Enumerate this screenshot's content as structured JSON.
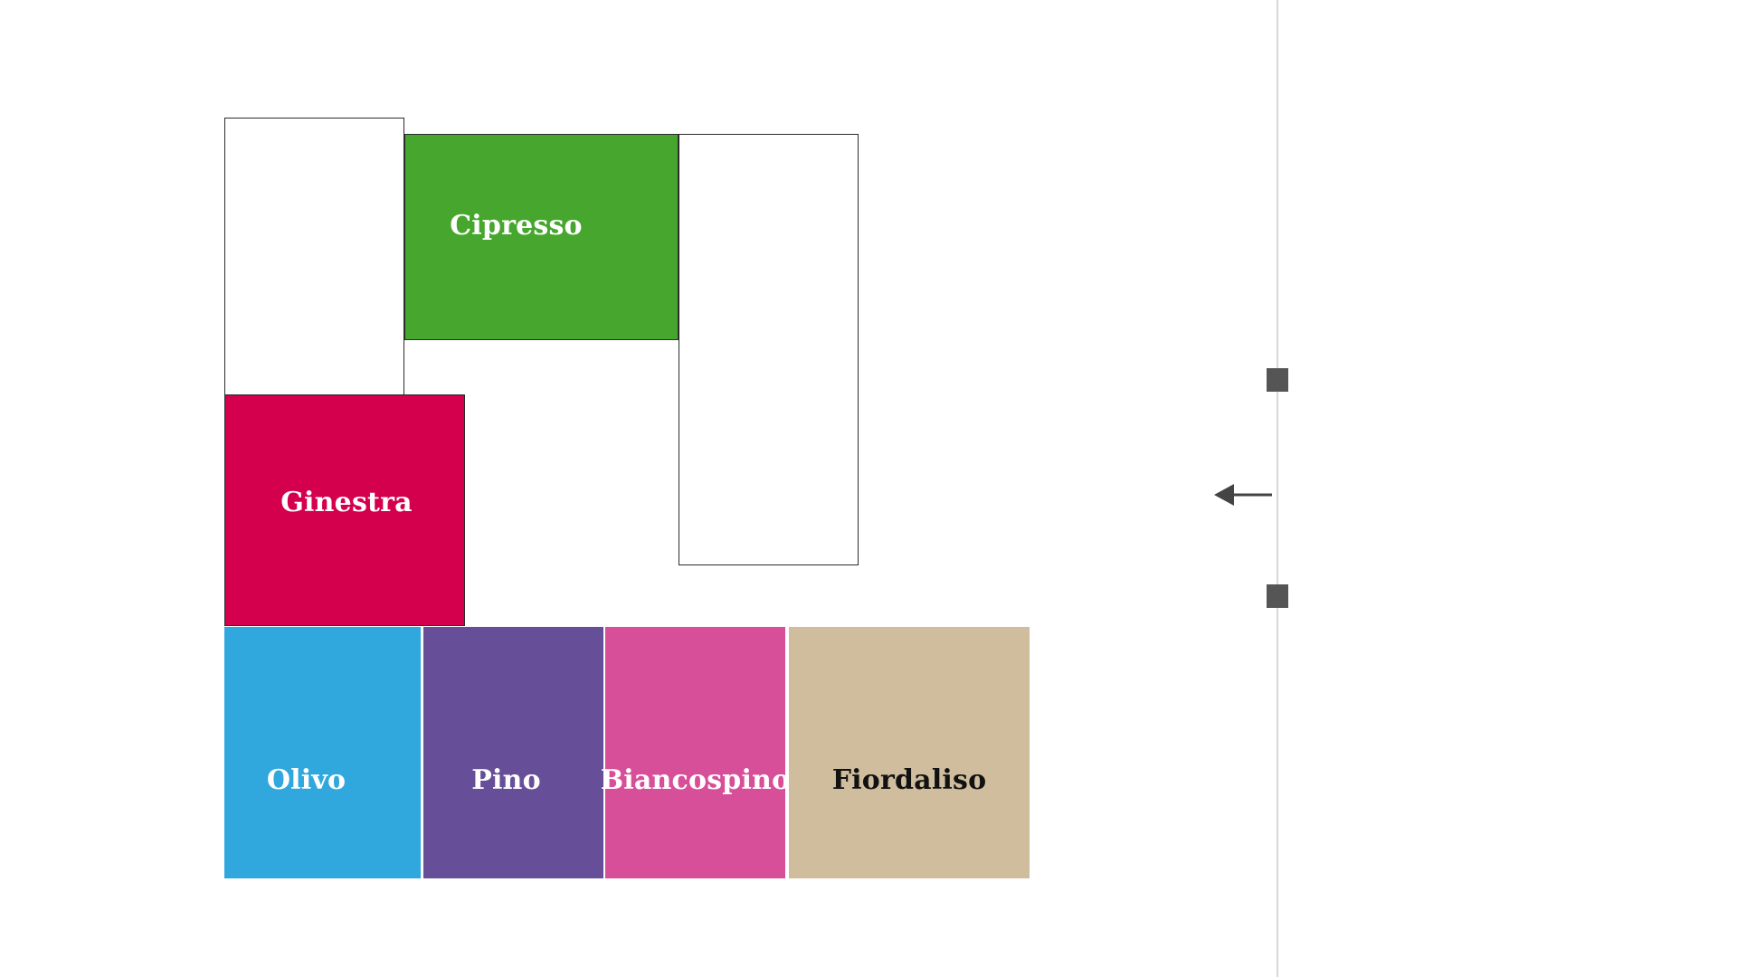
{
  "floor_plan": {
    "rooms": [
      {
        "id": "blank-left",
        "label": "",
        "fill": "#ffffff"
      },
      {
        "id": "cipresso",
        "label": "Cipresso",
        "fill": "#47a62e"
      },
      {
        "id": "blank-right",
        "label": "",
        "fill": "#ffffff"
      },
      {
        "id": "ginestra",
        "label": "Ginestra",
        "fill": "#d4004e"
      },
      {
        "id": "olivo",
        "label": "Olivo",
        "fill": "#30a8dd"
      },
      {
        "id": "pino",
        "label": "Pino",
        "fill": "#664f98"
      },
      {
        "id": "biancospino",
        "label": "Biancospino",
        "fill": "#d74f98"
      },
      {
        "id": "fiordaliso",
        "label": "Fiordaliso",
        "fill": "#cfbd9d"
      }
    ]
  },
  "controls": {
    "arrow_icon": "left-arrow-icon",
    "handle_color": "#555555",
    "rail_color": "#d7d7d7"
  }
}
